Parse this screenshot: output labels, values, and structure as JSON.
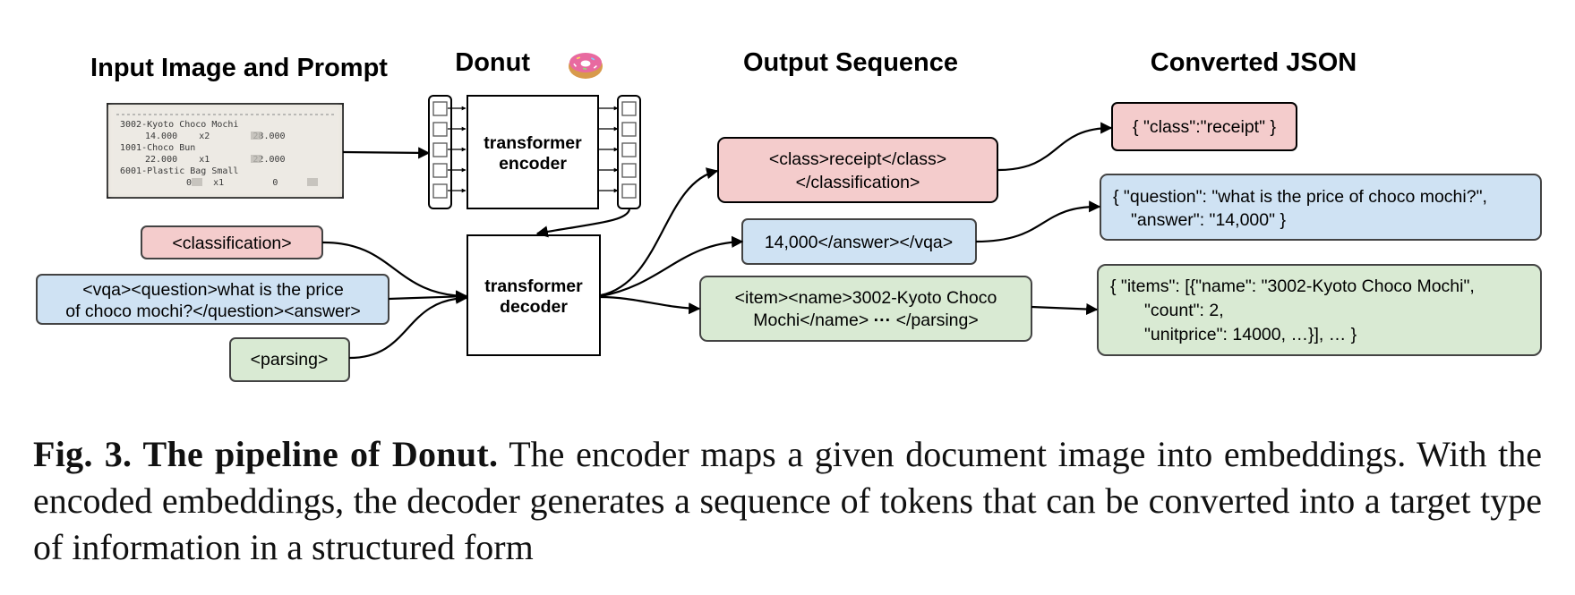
{
  "headings": {
    "input": "Input Image and Prompt",
    "donut": "Donut",
    "output": "Output Sequence",
    "json": "Converted JSON"
  },
  "receipt_lines": [
    "3002-Kyoto Choco Mochi",
    "14.000    x2        28.000",
    "1001-Choco Bun",
    "22.000    x1        22.000",
    "6001-Plastic Bag Small",
    "0    x1         0"
  ],
  "blocks": {
    "encoder_line1": "transformer",
    "encoder_line2": "encoder",
    "decoder_line1": "transformer",
    "decoder_line2": "decoder"
  },
  "prompts": {
    "classification": "<classification>",
    "vqa_line1": "<vqa><question>what is the price",
    "vqa_line2": "of choco mochi?</question><answer>",
    "parsing": "<parsing>"
  },
  "outputs": {
    "classification_line1": "<class>receipt</class>",
    "classification_line2": "</classification>",
    "vqa": "14,000</answer></vqa>",
    "parsing_line1": "<item><name>3002-Kyoto Choco",
    "parsing_line2": "Mochi</name>",
    "parsing_ellipsis": "···",
    "parsing_line2_end": "</parsing>"
  },
  "json_outputs": {
    "classification": "{ \"class\":\"receipt\" }",
    "vqa_line1": "{ \"question\": \"what is the price of choco mochi?\",",
    "vqa_line2": "\"answer\": \"14,000\" }",
    "parsing_line1": "{ \"items\": [{\"name\": \"3002-Kyoto Choco Mochi\",",
    "parsing_line2": "\"count\": 2,",
    "parsing_line3": "\"unitprice\": 14000, …}], … }"
  },
  "caption": {
    "label": "Fig. 3. The pipeline of Donut.",
    "text": " The encoder maps a given document image into embeddings. With the encoded embeddings, the decoder generates a sequence of tokens that can be converted into a target type of information in a structured form"
  },
  "colors": {
    "red_fill": "#f4cccc",
    "blue_fill": "#cfe2f3",
    "green_fill": "#d9ead3",
    "stroke": "#434343"
  }
}
